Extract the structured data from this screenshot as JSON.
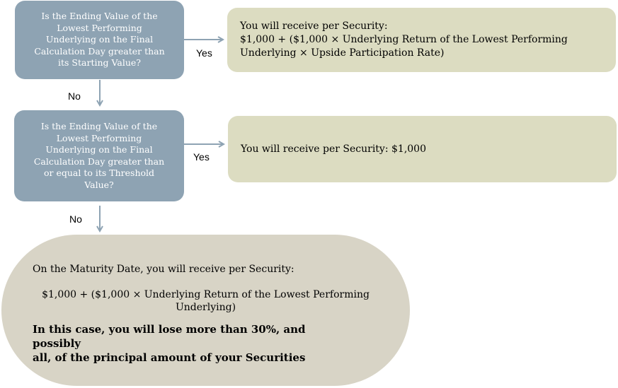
{
  "colors": {
    "question_fill": "#8ea3b3",
    "answer_fill": "#dcdcc1",
    "final_fill": "#d8d4c6",
    "arrow": "#8ea3b3"
  },
  "questions": [
    {
      "lines": [
        "Is the Ending Value of the",
        "Lowest Performing",
        "Underlying on the Final",
        "Calculation Day greater than",
        "its Starting Value?"
      ]
    },
    {
      "lines": [
        "Is the Ending Value of the",
        "Lowest Performing",
        "Underlying on the Final",
        "Calculation Day greater than",
        "or equal to its Threshold",
        "Value?"
      ]
    }
  ],
  "answers": [
    {
      "lines": [
        "You will receive per Security:",
        "$1,000 + ($1,000 × Underlying Return of the Lowest Performing",
        "Underlying × Upside Participation Rate)"
      ]
    },
    {
      "lines": [
        "You will receive per Security: $1,000"
      ]
    }
  ],
  "labels": {
    "yes": "Yes",
    "no": "No"
  },
  "final": {
    "line1": "On the Maturity Date, you will receive per Security:",
    "formula": [
      "$1,000 + ($1,000 × Underlying Return of the Lowest Performing",
      "Underlying)"
    ],
    "warning": [
      "In this case, you will lose more than 30%, and possibly",
      "all, of the principal amount of your Securities"
    ]
  }
}
